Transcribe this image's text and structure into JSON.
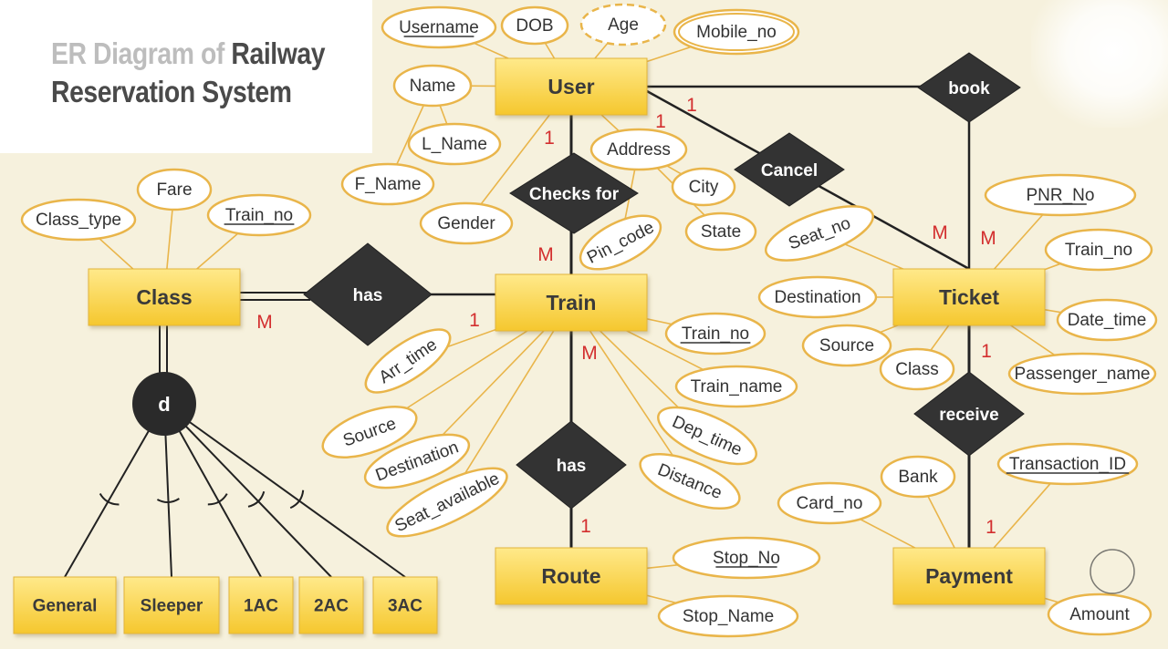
{
  "title": {
    "line1_light": "ER Diagram of",
    "line1_dark": "Railway",
    "line2": "Reservation System"
  },
  "colors": {
    "background": "#f6f1dd",
    "entity_fill_top": "#ffe98a",
    "entity_fill_bottom": "#f5c72e",
    "attribute_stroke": "#e9b54a",
    "relationship_fill": "#333333",
    "cardinality_text": "#d32f2f",
    "line": "#222222"
  },
  "entities": [
    {
      "id": "user",
      "label": "User"
    },
    {
      "id": "train",
      "label": "Train"
    },
    {
      "id": "class",
      "label": "Class"
    },
    {
      "id": "ticket",
      "label": "Ticket"
    },
    {
      "id": "route",
      "label": "Route"
    },
    {
      "id": "payment",
      "label": "Payment"
    },
    {
      "id": "general",
      "label": "General"
    },
    {
      "id": "sleeper",
      "label": "Sleeper"
    },
    {
      "id": "ac1",
      "label": "1AC"
    },
    {
      "id": "ac2",
      "label": "2AC"
    },
    {
      "id": "ac3",
      "label": "3AC"
    }
  ],
  "relationships": [
    {
      "id": "checks",
      "label": "Checks for"
    },
    {
      "id": "book",
      "label": "book"
    },
    {
      "id": "cancel",
      "label": "Cancel"
    },
    {
      "id": "has_class",
      "label": "has"
    },
    {
      "id": "has_route",
      "label": "has"
    },
    {
      "id": "receive",
      "label": "receive"
    }
  ],
  "disjoint": {
    "label": "d"
  },
  "attributes": [
    {
      "id": "u_username",
      "label": "Username",
      "key": true
    },
    {
      "id": "u_dob",
      "label": "DOB"
    },
    {
      "id": "u_age",
      "label": "Age",
      "derived": true
    },
    {
      "id": "u_mobile",
      "label": "Mobile_no",
      "multivalued": true
    },
    {
      "id": "u_name",
      "label": "Name"
    },
    {
      "id": "u_lname",
      "label": "L_Name"
    },
    {
      "id": "u_fname",
      "label": "F_Name"
    },
    {
      "id": "u_gender",
      "label": "Gender"
    },
    {
      "id": "u_address",
      "label": "Address"
    },
    {
      "id": "u_city",
      "label": "City"
    },
    {
      "id": "u_state",
      "label": "State"
    },
    {
      "id": "u_pin",
      "label": "Pin_code"
    },
    {
      "id": "c_type",
      "label": "Class_type"
    },
    {
      "id": "c_fare",
      "label": "Fare"
    },
    {
      "id": "c_trainno",
      "label": "Train_no",
      "key": true
    },
    {
      "id": "t_trainno",
      "label": "Train_no",
      "key": true
    },
    {
      "id": "t_trainname",
      "label": "Train_name"
    },
    {
      "id": "t_dep",
      "label": "Dep_time"
    },
    {
      "id": "t_dist",
      "label": "Distance"
    },
    {
      "id": "t_arr",
      "label": "Arr_time"
    },
    {
      "id": "t_src",
      "label": "Source"
    },
    {
      "id": "t_dest",
      "label": "Destination"
    },
    {
      "id": "t_seat",
      "label": "Seat_available"
    },
    {
      "id": "r_stopno",
      "label": "Stop_No",
      "key": true
    },
    {
      "id": "r_stopname",
      "label": "Stop_Name"
    },
    {
      "id": "k_pnr",
      "label": "PNR_No",
      "key": true
    },
    {
      "id": "k_trainno",
      "label": "Train_no"
    },
    {
      "id": "k_date",
      "label": "Date_time"
    },
    {
      "id": "k_pass",
      "label": "Passenger_name"
    },
    {
      "id": "k_class",
      "label": "Class"
    },
    {
      "id": "k_src",
      "label": "Source"
    },
    {
      "id": "k_dest",
      "label": "Destination"
    },
    {
      "id": "k_seat",
      "label": "Seat_no"
    },
    {
      "id": "p_bank",
      "label": "Bank"
    },
    {
      "id": "p_card",
      "label": "Card_no"
    },
    {
      "id": "p_txn",
      "label": "Transaction_ID",
      "key": true
    },
    {
      "id": "p_amount",
      "label": "Amount"
    }
  ],
  "cardinalities": [
    {
      "id": "c1",
      "label": "1"
    },
    {
      "id": "c2",
      "label": "1"
    },
    {
      "id": "c3",
      "label": "1"
    },
    {
      "id": "c4",
      "label": "M"
    },
    {
      "id": "c5",
      "label": "M"
    },
    {
      "id": "c6",
      "label": "M"
    },
    {
      "id": "c7",
      "label": "1"
    },
    {
      "id": "c8",
      "label": "M"
    },
    {
      "id": "c9",
      "label": "1"
    },
    {
      "id": "c10",
      "label": "M"
    },
    {
      "id": "c11",
      "label": "1"
    },
    {
      "id": "c12",
      "label": "1"
    }
  ]
}
